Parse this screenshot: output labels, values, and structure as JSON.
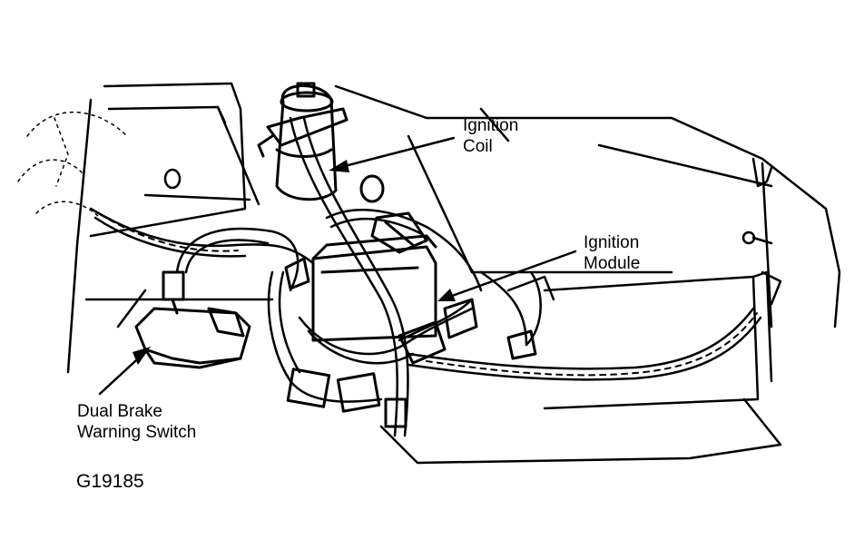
{
  "labels": {
    "ignition_coil": [
      "Ignition",
      "Coil"
    ],
    "ignition_module": [
      "Ignition",
      "Module"
    ],
    "dual_brake": [
      "Dual Brake",
      "Warning Switch"
    ]
  },
  "figure_id": "G19185",
  "colors": {
    "ink": "#000000",
    "paper": "#ffffff"
  }
}
